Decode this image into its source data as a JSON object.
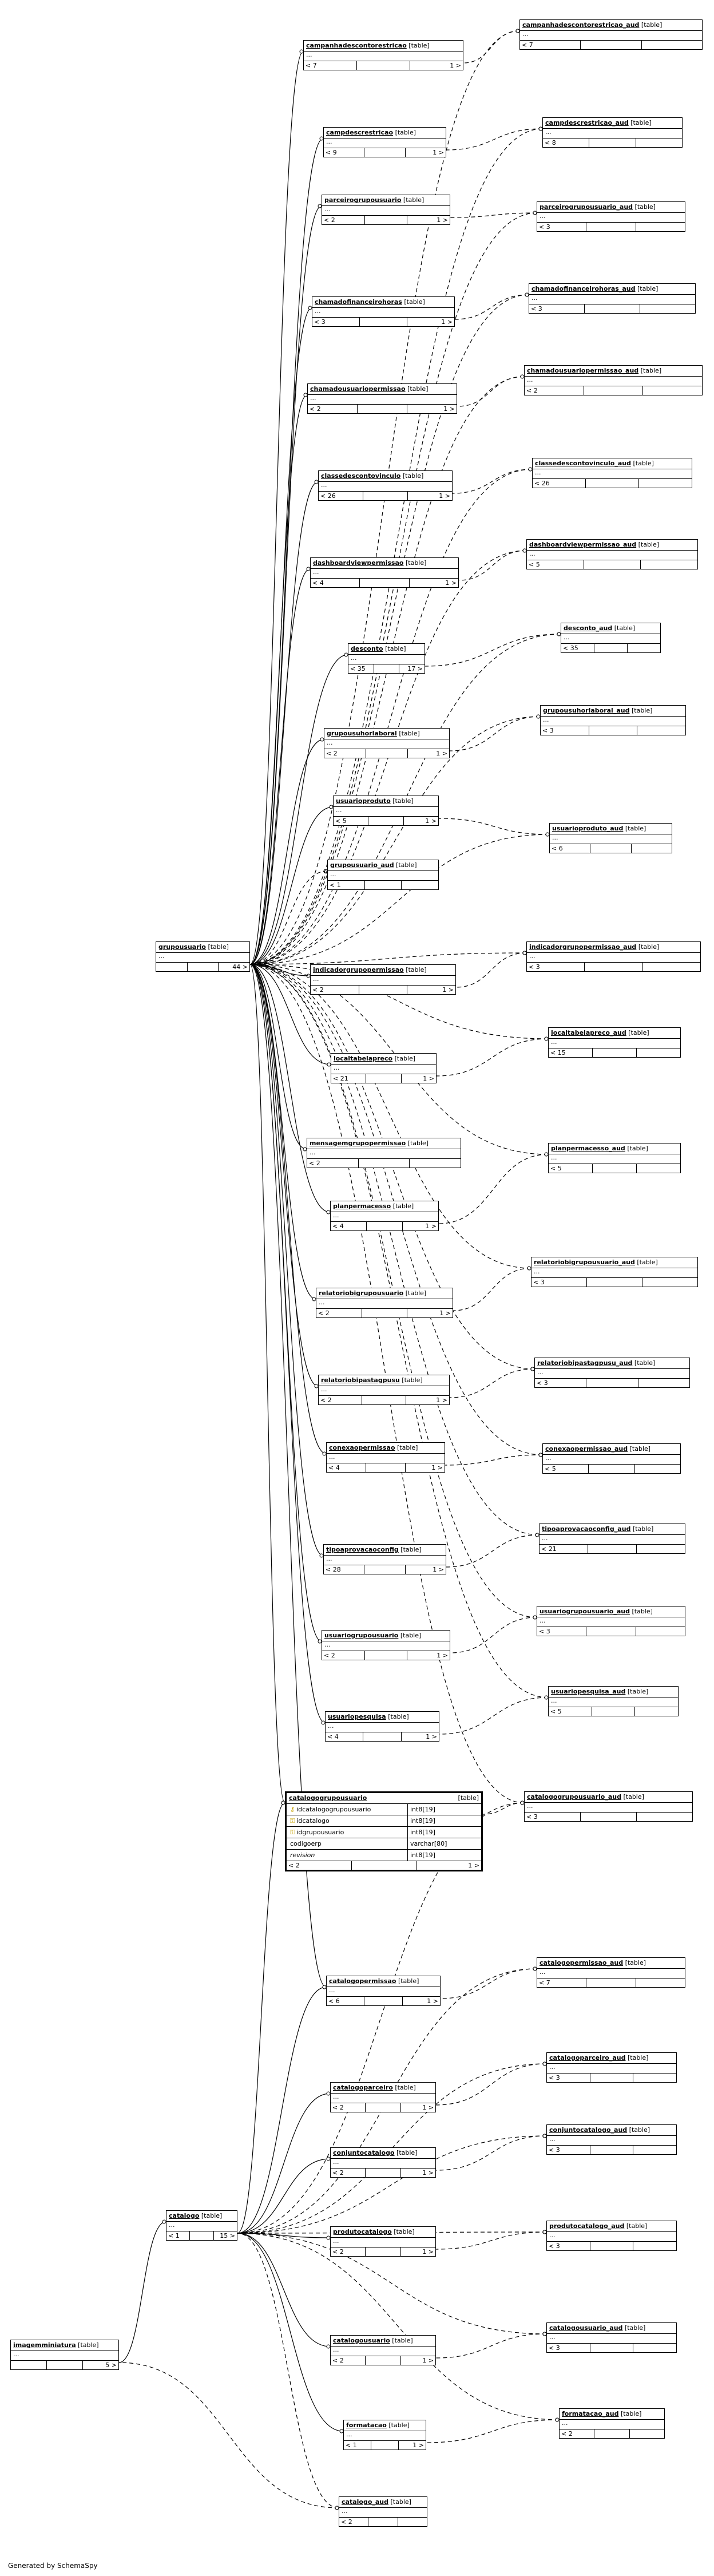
{
  "generated_by": "Generated by SchemaSpy",
  "tables": [
    {
      "id": "campanhadescontorestricao",
      "name": "campanhadescontorestricao",
      "type": "[table]",
      "footer": [
        "< 7",
        "",
        "1 >"
      ]
    },
    {
      "id": "campdescrestricao",
      "name": "campdescrestricao",
      "type": "[table]",
      "footer": [
        "< 9",
        "",
        "1 >"
      ]
    },
    {
      "id": "parceirogrupousuario",
      "name": "parceirogrupousuario",
      "type": "[table]",
      "footer": [
        "< 2",
        "",
        "1 >"
      ]
    },
    {
      "id": "chamadofinanceirohoras",
      "name": "chamadofinanceirohoras",
      "type": "[table]",
      "footer": [
        "< 3",
        "",
        "1 >"
      ]
    },
    {
      "id": "chamadousuariopermissao",
      "name": "chamadousuariopermissao",
      "type": "[table]",
      "footer": [
        "< 2",
        "",
        "1 >"
      ]
    },
    {
      "id": "classedescontovinculo",
      "name": "classedescontovinculo",
      "type": "[table]",
      "footer": [
        "< 26",
        "",
        "1 >"
      ]
    },
    {
      "id": "dashboardviewpermissao",
      "name": "dashboardviewpermissao",
      "type": "[table]",
      "footer": [
        "< 4",
        "",
        "1 >"
      ]
    },
    {
      "id": "desconto",
      "name": "desconto",
      "type": "[table]",
      "footer": [
        "< 35",
        "",
        "17 >"
      ]
    },
    {
      "id": "grupousuhorlaboral",
      "name": "grupousuhorlaboral",
      "type": "[table]",
      "footer": [
        "< 2",
        "",
        "1 >"
      ]
    },
    {
      "id": "usuarioproduto",
      "name": "usuarioproduto",
      "type": "[table]",
      "footer": [
        "< 5",
        "",
        "1 >"
      ]
    },
    {
      "id": "grupousuario_aud",
      "name": "grupousuario_aud",
      "type": "[table]",
      "footer": [
        "< 1",
        "",
        ""
      ]
    },
    {
      "id": "grupousuario",
      "name": "grupousuario",
      "type": "[table]",
      "footer": [
        "",
        "",
        "44 >"
      ]
    },
    {
      "id": "indicadorgrupopermissao",
      "name": "indicadorgrupopermissao",
      "type": "[table]",
      "footer": [
        "< 2",
        "",
        "1 >"
      ]
    },
    {
      "id": "localtabelapreco",
      "name": "localtabelapreco",
      "type": "[table]",
      "footer": [
        "< 21",
        "",
        "1 >"
      ]
    },
    {
      "id": "mensagemgrupopermissao",
      "name": "mensagemgrupopermissao",
      "type": "[table]",
      "footer": [
        "< 2",
        "",
        ""
      ]
    },
    {
      "id": "planpermacesso",
      "name": "planpermacesso",
      "type": "[table]",
      "footer": [
        "< 4",
        "",
        "1 >"
      ]
    },
    {
      "id": "relatoriobigrupousuario",
      "name": "relatoriobigrupousuario",
      "type": "[table]",
      "footer": [
        "< 2",
        "",
        "1 >"
      ]
    },
    {
      "id": "relatoriobipastagpusu",
      "name": "relatoriobipastagpusu",
      "type": "[table]",
      "footer": [
        "< 2",
        "",
        "1 >"
      ]
    },
    {
      "id": "conexaopermissao",
      "name": "conexaopermissao",
      "type": "[table]",
      "footer": [
        "< 4",
        "",
        "1 >"
      ]
    },
    {
      "id": "tipoaprovacaoconfig",
      "name": "tipoaprovacaoconfig",
      "type": "[table]",
      "footer": [
        "< 28",
        "",
        "1 >"
      ]
    },
    {
      "id": "usuariogrupousuario",
      "name": "usuariogrupousuario",
      "type": "[table]",
      "footer": [
        "< 2",
        "",
        "1 >"
      ]
    },
    {
      "id": "usuariopesquisa",
      "name": "usuariopesquisa",
      "type": "[table]",
      "footer": [
        "< 4",
        "",
        "1 >"
      ]
    },
    {
      "id": "catalogopermissao",
      "name": "catalogopermissao",
      "type": "[table]",
      "footer": [
        "< 6",
        "",
        "1 >"
      ]
    },
    {
      "id": "catalogoparceiro",
      "name": "catalogoparceiro",
      "type": "[table]",
      "footer": [
        "< 2",
        "",
        "1 >"
      ]
    },
    {
      "id": "conjuntocatalogo",
      "name": "conjuntocatalogo",
      "type": "[table]",
      "footer": [
        "< 2",
        "",
        "1 >"
      ]
    },
    {
      "id": "produtocatalogo",
      "name": "produtocatalogo",
      "type": "[table]",
      "footer": [
        "< 2",
        "",
        "1 >"
      ]
    },
    {
      "id": "catalogousuario",
      "name": "catalogousuario",
      "type": "[table]",
      "footer": [
        "< 2",
        "",
        "1 >"
      ]
    },
    {
      "id": "formatacao",
      "name": "formatacao",
      "type": "[table]",
      "footer": [
        "< 1",
        "",
        "1 >"
      ]
    },
    {
      "id": "catalogo_aud",
      "name": "catalogo_aud",
      "type": "[table]",
      "footer": [
        "< 2",
        "",
        ""
      ]
    },
    {
      "id": "catalogo",
      "name": "catalogo",
      "type": "[table]",
      "footer": [
        "< 1",
        "",
        "15 >"
      ]
    },
    {
      "id": "imagemminiatura",
      "name": "imagemminiatura",
      "type": "[table]",
      "footer": [
        "",
        "",
        "5 >"
      ]
    },
    {
      "id": "campanhadescontorestricao_aud",
      "name": "campanhadescontorestricao_aud",
      "type": "[table]",
      "footer": [
        "< 7",
        "",
        ""
      ]
    },
    {
      "id": "campdescrestricao_aud",
      "name": "campdescrestricao_aud",
      "type": "[table]",
      "footer": [
        "< 8",
        "",
        ""
      ]
    },
    {
      "id": "parceirogrupousuario_aud",
      "name": "parceirogrupousuario_aud",
      "type": "[table]",
      "footer": [
        "< 3",
        "",
        ""
      ]
    },
    {
      "id": "chamadofinanceirohoras_aud",
      "name": "chamadofinanceirohoras_aud",
      "type": "[table]",
      "footer": [
        "< 3",
        "",
        ""
      ]
    },
    {
      "id": "chamadousuariopermissao_aud",
      "name": "chamadousuariopermissao_aud",
      "type": "[table]",
      "footer": [
        "< 2",
        "",
        ""
      ]
    },
    {
      "id": "classedescontovinculo_aud",
      "name": "classedescontovinculo_aud",
      "type": "[table]",
      "footer": [
        "< 26",
        "",
        ""
      ]
    },
    {
      "id": "dashboardviewpermissao_aud",
      "name": "dashboardviewpermissao_aud",
      "type": "[table]",
      "footer": [
        "< 5",
        "",
        ""
      ]
    },
    {
      "id": "desconto_aud",
      "name": "desconto_aud",
      "type": "[table]",
      "footer": [
        "< 35",
        "",
        ""
      ]
    },
    {
      "id": "grupousuhorlaboral_aud",
      "name": "grupousuhorlaboral_aud",
      "type": "[table]",
      "footer": [
        "< 3",
        "",
        ""
      ]
    },
    {
      "id": "usuarioproduto_aud",
      "name": "usuarioproduto_aud",
      "type": "[table]",
      "footer": [
        "< 6",
        "",
        ""
      ]
    },
    {
      "id": "indicadorgrupopermissao_aud",
      "name": "indicadorgrupopermissao_aud",
      "type": "[table]",
      "footer": [
        "< 3",
        "",
        ""
      ]
    },
    {
      "id": "localtabelapreco_aud",
      "name": "localtabelapreco_aud",
      "type": "[table]",
      "footer": [
        "< 15",
        "",
        ""
      ]
    },
    {
      "id": "planpermacesso_aud",
      "name": "planpermacesso_aud",
      "type": "[table]",
      "footer": [
        "< 5",
        "",
        ""
      ]
    },
    {
      "id": "relatoriobigrupousuario_aud",
      "name": "relatoriobigrupousuario_aud",
      "type": "[table]",
      "footer": [
        "< 3",
        "",
        ""
      ]
    },
    {
      "id": "relatoriobipastagpusu_aud",
      "name": "relatoriobipastagpusu_aud",
      "type": "[table]",
      "footer": [
        "< 3",
        "",
        ""
      ]
    },
    {
      "id": "conexaopermissao_aud",
      "name": "conexaopermissao_aud",
      "type": "[table]",
      "footer": [
        "< 5",
        "",
        ""
      ]
    },
    {
      "id": "tipoaprovacaoconfig_aud",
      "name": "tipoaprovacaoconfig_aud",
      "type": "[table]",
      "footer": [
        "< 21",
        "",
        ""
      ]
    },
    {
      "id": "usuariogrupousuario_aud",
      "name": "usuariogrupousuario_aud",
      "type": "[table]",
      "footer": [
        "< 3",
        "",
        ""
      ]
    },
    {
      "id": "usuariopesquisa_aud",
      "name": "usuariopesquisa_aud",
      "type": "[table]",
      "footer": [
        "< 5",
        "",
        ""
      ]
    },
    {
      "id": "catalogogrupousuario_aud",
      "name": "catalogogrupousuario_aud",
      "type": "[table]",
      "footer": [
        "< 3",
        "",
        ""
      ]
    },
    {
      "id": "catalogopermissao_aud",
      "name": "catalogopermissao_aud",
      "type": "[table]",
      "footer": [
        "< 7",
        "",
        ""
      ]
    },
    {
      "id": "catalogoparceiro_aud",
      "name": "catalogoparceiro_aud",
      "type": "[table]",
      "footer": [
        "< 3",
        "",
        ""
      ]
    },
    {
      "id": "conjuntocatalogo_aud",
      "name": "conjuntocatalogo_aud",
      "type": "[table]",
      "footer": [
        "< 3",
        "",
        ""
      ]
    },
    {
      "id": "produtocatalogo_aud",
      "name": "produtocatalogo_aud",
      "type": "[table]",
      "footer": [
        "< 3",
        "",
        ""
      ]
    },
    {
      "id": "catalogousuario_aud",
      "name": "catalogousuario_aud",
      "type": "[table]",
      "footer": [
        "< 3",
        "",
        ""
      ]
    },
    {
      "id": "formatacao_aud",
      "name": "formatacao_aud",
      "type": "[table]",
      "footer": [
        "< 2",
        "",
        ""
      ]
    }
  ],
  "focus_table": {
    "name": "catalogogrupousuario",
    "type": "[table]",
    "columns": [
      {
        "name": "idcatalogogrupousuario",
        "type": "int8[19]",
        "key": "pk"
      },
      {
        "name": "idcatalogo",
        "type": "int8[19]",
        "key": "fk"
      },
      {
        "name": "idgrupousuario",
        "type": "int8[19]",
        "key": "fk"
      },
      {
        "name": "codigoerp",
        "type": "varchar[80]",
        "key": ""
      },
      {
        "name": "revision",
        "type": "int8[19]",
        "key": ""
      }
    ],
    "footer": [
      "< 2",
      "",
      "1 >"
    ]
  },
  "relationships": [
    {
      "from": "campanhadescontorestricao",
      "to": "grupousuario",
      "style": "solid"
    },
    {
      "from": "campdescrestricao",
      "to": "grupousuario",
      "style": "solid"
    },
    {
      "from": "parceirogrupousuario",
      "to": "grupousuario",
      "style": "solid"
    },
    {
      "from": "chamadofinanceirohoras",
      "to": "grupousuario",
      "style": "solid"
    },
    {
      "from": "chamadousuariopermissao",
      "to": "grupousuario",
      "style": "solid"
    },
    {
      "from": "classedescontovinculo",
      "to": "grupousuario",
      "style": "solid"
    },
    {
      "from": "dashboardviewpermissao",
      "to": "grupousuario",
      "style": "solid"
    },
    {
      "from": "desconto",
      "to": "grupousuario",
      "style": "solid"
    },
    {
      "from": "grupousuhorlaboral",
      "to": "grupousuario",
      "style": "solid"
    },
    {
      "from": "usuarioproduto",
      "to": "grupousuario",
      "style": "solid"
    },
    {
      "from": "grupousuario_aud",
      "to": "grupousuario",
      "style": "dashed"
    },
    {
      "from": "indicadorgrupopermissao",
      "to": "grupousuario",
      "style": "solid"
    },
    {
      "from": "localtabelapreco",
      "to": "grupousuario",
      "style": "solid"
    },
    {
      "from": "mensagemgrupopermissao",
      "to": "grupousuario",
      "style": "solid"
    },
    {
      "from": "planpermacesso",
      "to": "grupousuario",
      "style": "solid"
    },
    {
      "from": "relatoriobigrupousuario",
      "to": "grupousuario",
      "style": "solid"
    },
    {
      "from": "relatoriobipastagpusu",
      "to": "grupousuario",
      "style": "solid"
    },
    {
      "from": "conexaopermissao",
      "to": "grupousuario",
      "style": "solid"
    },
    {
      "from": "tipoaprovacaoconfig",
      "to": "grupousuario",
      "style": "solid"
    },
    {
      "from": "usuariogrupousuario",
      "to": "grupousuario",
      "style": "solid"
    },
    {
      "from": "usuariopesquisa",
      "to": "grupousuario",
      "style": "solid"
    },
    {
      "from": "catalogogrupousuario",
      "to": "grupousuario",
      "style": "solid"
    },
    {
      "from": "catalogopermissao",
      "to": "grupousuario",
      "style": "solid"
    },
    {
      "from": "campanhadescontorestricao_aud",
      "to": "grupousuario",
      "style": "dashed"
    },
    {
      "from": "campdescrestricao_aud",
      "to": "grupousuario",
      "style": "dashed"
    },
    {
      "from": "parceirogrupousuario_aud",
      "to": "grupousuario",
      "style": "dashed"
    },
    {
      "from": "chamadofinanceirohoras_aud",
      "to": "grupousuario",
      "style": "dashed"
    },
    {
      "from": "chamadousuariopermissao_aud",
      "to": "grupousuario",
      "style": "dashed"
    },
    {
      "from": "classedescontovinculo_aud",
      "to": "grupousuario",
      "style": "dashed"
    },
    {
      "from": "dashboardviewpermissao_aud",
      "to": "grupousuario",
      "style": "dashed"
    },
    {
      "from": "desconto_aud",
      "to": "grupousuario",
      "style": "dashed"
    },
    {
      "from": "grupousuhorlaboral_aud",
      "to": "grupousuario",
      "style": "dashed"
    },
    {
      "from": "usuarioproduto_aud",
      "to": "grupousuario",
      "style": "dashed"
    },
    {
      "from": "indicadorgrupopermissao_aud",
      "to": "grupousuario",
      "style": "dashed"
    },
    {
      "from": "localtabelapreco_aud",
      "to": "grupousuario",
      "style": "dashed"
    },
    {
      "from": "planpermacesso_aud",
      "to": "grupousuario",
      "style": "dashed"
    },
    {
      "from": "relatoriobigrupousuario_aud",
      "to": "grupousuario",
      "style": "dashed"
    },
    {
      "from": "relatoriobipastagpusu_aud",
      "to": "grupousuario",
      "style": "dashed"
    },
    {
      "from": "conexaopermissao_aud",
      "to": "grupousuario",
      "style": "dashed"
    },
    {
      "from": "tipoaprovacaoconfig_aud",
      "to": "grupousuario",
      "style": "dashed"
    },
    {
      "from": "usuariogrupousuario_aud",
      "to": "grupousuario",
      "style": "dashed"
    },
    {
      "from": "usuariopesquisa_aud",
      "to": "grupousuario",
      "style": "dashed"
    },
    {
      "from": "catalogogrupousuario_aud",
      "to": "grupousuario",
      "style": "dashed"
    },
    {
      "from": "campanhadescontorestricao_aud",
      "to": "campanhadescontorestricao",
      "style": "dashed"
    },
    {
      "from": "campdescrestricao_aud",
      "to": "campdescrestricao",
      "style": "dashed"
    },
    {
      "from": "parceirogrupousuario_aud",
      "to": "parceirogrupousuario",
      "style": "dashed"
    },
    {
      "from": "chamadofinanceirohoras_aud",
      "to": "chamadofinanceirohoras",
      "style": "dashed"
    },
    {
      "from": "chamadousuariopermissao_aud",
      "to": "chamadousuariopermissao",
      "style": "dashed"
    },
    {
      "from": "classedescontovinculo_aud",
      "to": "classedescontovinculo",
      "style": "dashed"
    },
    {
      "from": "dashboardviewpermissao_aud",
      "to": "dashboardviewpermissao",
      "style": "dashed"
    },
    {
      "from": "desconto_aud",
      "to": "desconto",
      "style": "dashed"
    },
    {
      "from": "grupousuhorlaboral_aud",
      "to": "grupousuhorlaboral",
      "style": "dashed"
    },
    {
      "from": "usuarioproduto_aud",
      "to": "usuarioproduto",
      "style": "dashed"
    },
    {
      "from": "indicadorgrupopermissao_aud",
      "to": "indicadorgrupopermissao",
      "style": "dashed"
    },
    {
      "from": "localtabelapreco_aud",
      "to": "localtabelapreco",
      "style": "dashed"
    },
    {
      "from": "planpermacesso_aud",
      "to": "planpermacesso",
      "style": "dashed"
    },
    {
      "from": "relatoriobigrupousuario_aud",
      "to": "relatoriobigrupousuario",
      "style": "dashed"
    },
    {
      "from": "relatoriobipastagpusu_aud",
      "to": "relatoriobipastagpusu",
      "style": "dashed"
    },
    {
      "from": "conexaopermissao_aud",
      "to": "conexaopermissao",
      "style": "dashed"
    },
    {
      "from": "tipoaprovacaoconfig_aud",
      "to": "tipoaprovacaoconfig",
      "style": "dashed"
    },
    {
      "from": "usuariogrupousuario_aud",
      "to": "usuariogrupousuario",
      "style": "dashed"
    },
    {
      "from": "usuariopesquisa_aud",
      "to": "usuariopesquisa",
      "style": "dashed"
    },
    {
      "from": "catalogogrupousuario_aud",
      "to": "catalogogrupousuario",
      "style": "dashed"
    },
    {
      "from": "catalogopermissao_aud",
      "to": "catalogopermissao",
      "style": "dashed"
    },
    {
      "from": "catalogoparceiro_aud",
      "to": "catalogoparceiro",
      "style": "dashed"
    },
    {
      "from": "conjuntocatalogo_aud",
      "to": "conjuntocatalogo",
      "style": "dashed"
    },
    {
      "from": "produtocatalogo_aud",
      "to": "produtocatalogo",
      "style": "dashed"
    },
    {
      "from": "catalogousuario_aud",
      "to": "catalogousuario",
      "style": "dashed"
    },
    {
      "from": "formatacao_aud",
      "to": "formatacao",
      "style": "dashed"
    },
    {
      "from": "catalogogrupousuario",
      "to": "catalogo",
      "style": "solid"
    },
    {
      "from": "catalogopermissao",
      "to": "catalogo",
      "style": "solid"
    },
    {
      "from": "catalogoparceiro",
      "to": "catalogo",
      "style": "solid"
    },
    {
      "from": "conjuntocatalogo",
      "to": "catalogo",
      "style": "solid"
    },
    {
      "from": "produtocatalogo",
      "to": "catalogo",
      "style": "solid"
    },
    {
      "from": "catalogousuario",
      "to": "catalogo",
      "style": "solid"
    },
    {
      "from": "formatacao",
      "to": "catalogo",
      "style": "solid"
    },
    {
      "from": "catalogo_aud",
      "to": "catalogo",
      "style": "dashed"
    },
    {
      "from": "catalogogrupousuario_aud",
      "to": "catalogo",
      "style": "dashed"
    },
    {
      "from": "catalogopermissao_aud",
      "to": "catalogo",
      "style": "dashed"
    },
    {
      "from": "catalogoparceiro_aud",
      "to": "catalogo",
      "style": "dashed"
    },
    {
      "from": "conjuntocatalogo_aud",
      "to": "catalogo",
      "style": "dashed"
    },
    {
      "from": "produtocatalogo_aud",
      "to": "catalogo",
      "style": "dashed"
    },
    {
      "from": "catalogousuario_aud",
      "to": "catalogo",
      "style": "dashed"
    },
    {
      "from": "formatacao_aud",
      "to": "catalogo",
      "style": "dashed"
    },
    {
      "from": "catalogo",
      "to": "imagemminiatura",
      "style": "solid"
    },
    {
      "from": "catalogo_aud",
      "to": "imagemminiatura",
      "style": "dashed"
    }
  ]
}
